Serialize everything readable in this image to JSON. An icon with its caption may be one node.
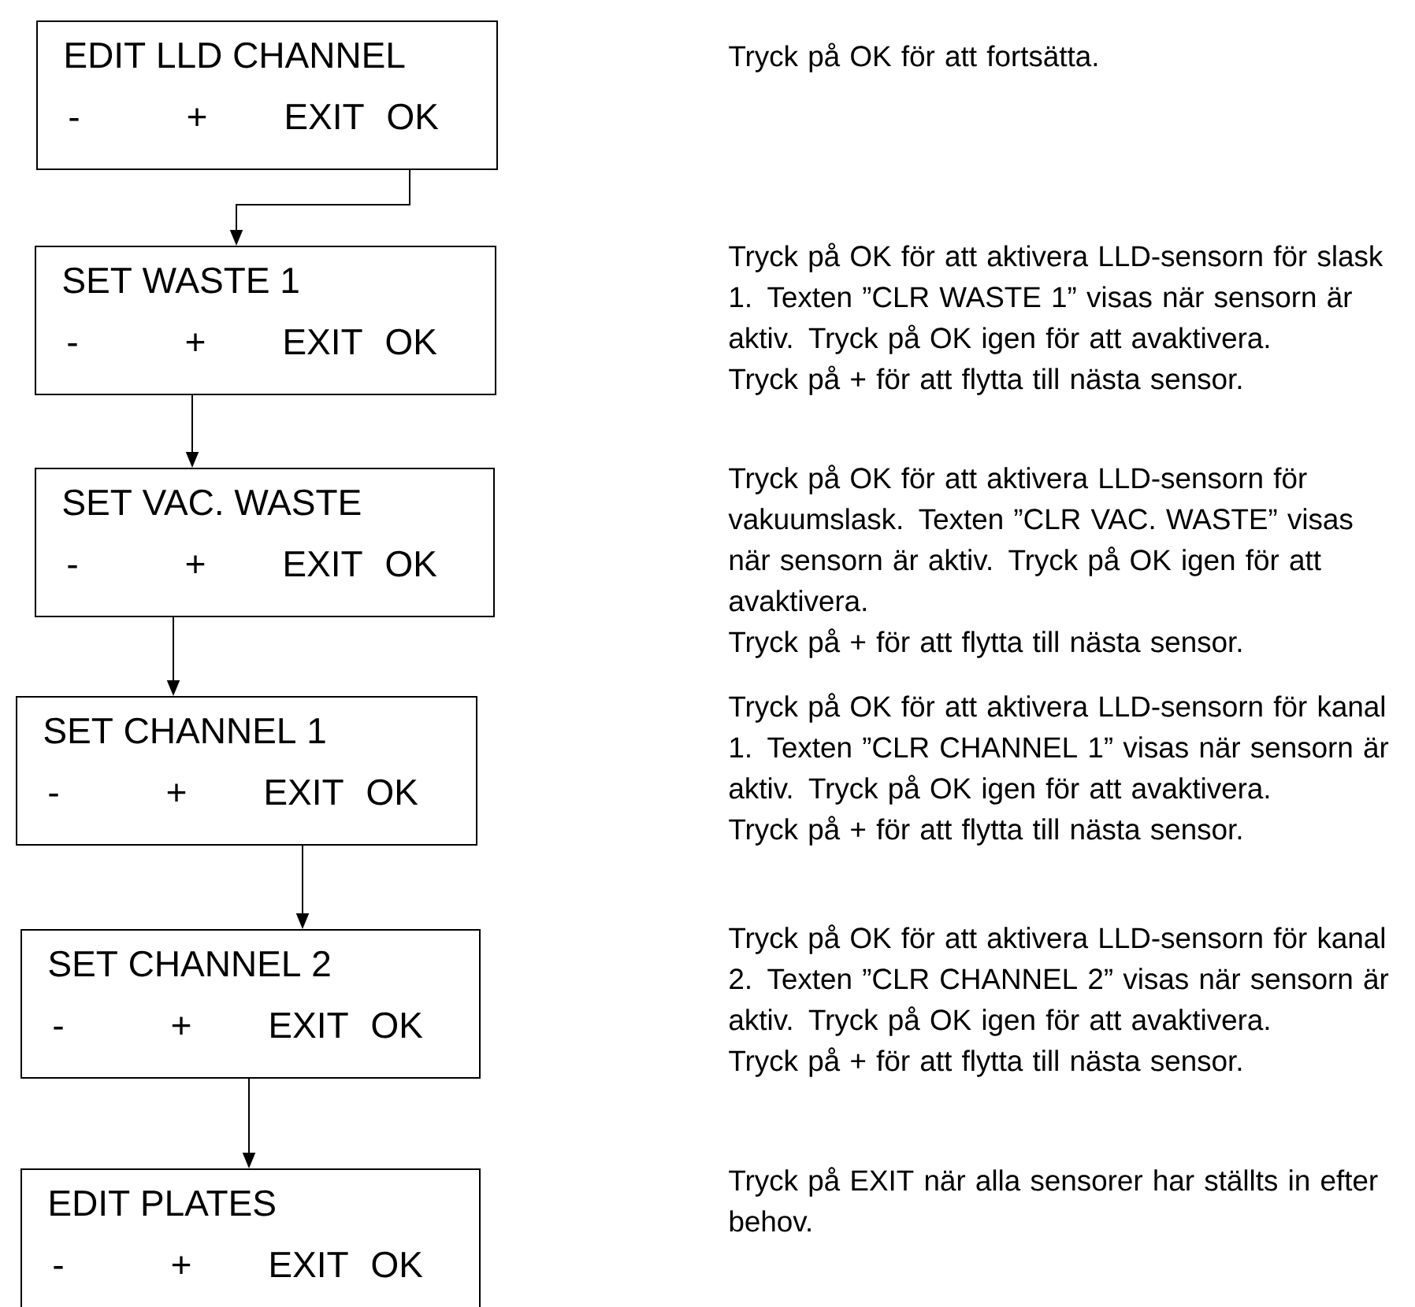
{
  "diagram": {
    "nodes": [
      {
        "text": [
          "EDIT LLD CHANNEL",
          "-",
          "+",
          "EXIT",
          "OK"
        ]
      },
      {
        "text": [
          "SET WASTE 1",
          "-",
          "+",
          "EXIT",
          "OK"
        ]
      },
      {
        "text": [
          "SET VAC. WASTE",
          "-",
          "+",
          "EXIT",
          "OK"
        ]
      },
      {
        "text": [
          "SET CHANNEL 1",
          "-",
          "+",
          "EXIT",
          "OK"
        ]
      },
      {
        "text": [
          "SET CHANNEL 2",
          "-",
          "+",
          "EXIT",
          "OK"
        ]
      },
      {
        "text": [
          "EDIT PLATES",
          "-",
          "+",
          "EXIT",
          "OK"
        ]
      }
    ],
    "edges": [
      {
        "from": 0,
        "to": 1,
        "arrow": "to"
      },
      {
        "from": 1,
        "to": 2,
        "arrow": "to"
      },
      {
        "from": 2,
        "to": 3,
        "arrow": "to"
      },
      {
        "from": 3,
        "to": 4,
        "arrow": "to"
      },
      {
        "from": 4,
        "to": 5,
        "arrow": "to"
      }
    ],
    "labels": [
      "Tryck på OK för att fortsätta.",
      "Tryck på OK för att aktivera LLD-sensorn för slask 1. Texten ”CLR WASTE 1” visas när sensorn är aktiv. Tryck på OK igen för att avaktivera.",
      "Tryck på + för att flytta till nästa sensor.",
      "Tryck på OK för att aktivera LLD-sensorn för vakuumslask. Texten ”CLR VAC. WASTE” visas när sensorn är aktiv. Tryck på OK igen för att avaktivera.",
      "Tryck på + för att flytta till nästa sensor.",
      "Tryck på OK för att aktivera LLD-sensorn för kanal 1. Texten ”CLR CHANNEL 1” visas när sensorn är aktiv. Tryck på OK igen för att avaktivera.",
      "Tryck på + för att flytta till nästa sensor.",
      "Tryck på OK för att aktivera LLD-sensorn för kanal 2. Texten ”CLR CHANNEL 2” visas när sensorn är aktiv. Tryck på OK igen för att avaktivera.",
      "Tryck på + för att flytta till nästa sensor.",
      "Tryck på EXIT när alla sensorer har ställts in efter behov."
    ]
  }
}
